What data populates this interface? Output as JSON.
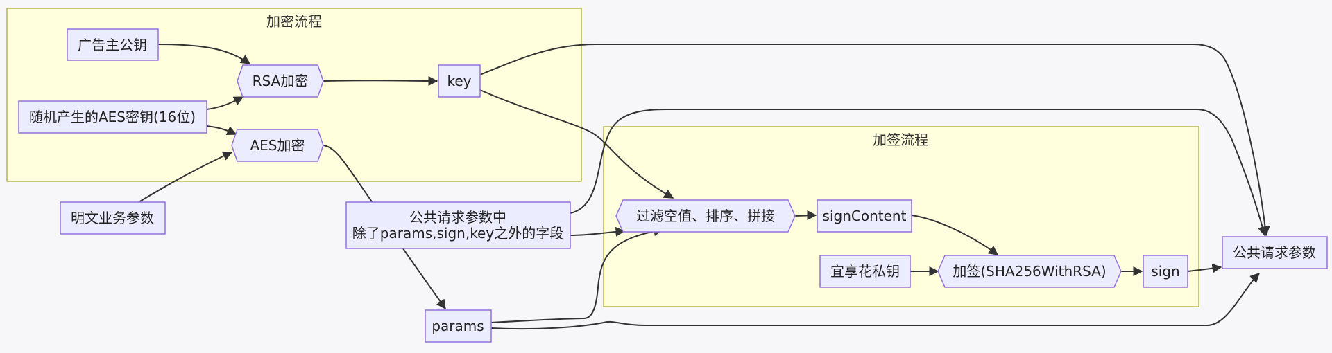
{
  "clusters": {
    "encrypt": {
      "title": "加密流程"
    },
    "sign": {
      "title": "加签流程"
    }
  },
  "nodes": {
    "adv_pubkey": {
      "label": "广告主公钥"
    },
    "rsa_encrypt": {
      "label": "RSA加密"
    },
    "key": {
      "label": "key"
    },
    "random_aes_key": {
      "label": "随机产生的AES密钥(16位)"
    },
    "aes_encrypt": {
      "label": "AES加密"
    },
    "plain_params": {
      "label": "明文业务参数"
    },
    "public_fields": {
      "line1": "公共请求参数中",
      "line2": "除了params,sign,key之外的字段"
    },
    "params": {
      "label": "params"
    },
    "filter_sort_concat": {
      "label": "过滤空值、排序、拼接"
    },
    "sign_content": {
      "label": "signContent"
    },
    "yxh_private_key": {
      "label": "宜享花私钥"
    },
    "sign_rsa": {
      "label": "加签(SHA256WithRSA)"
    },
    "sign": {
      "label": "sign"
    },
    "public_params": {
      "label": "公共请求参数"
    }
  },
  "colors": {
    "cluster_fill": "#ffffde",
    "cluster_stroke": "#aaaa33",
    "node_fill": "#ececff",
    "node_stroke": "#9370db",
    "edge": "#333333",
    "background": "#f7f7f9"
  }
}
